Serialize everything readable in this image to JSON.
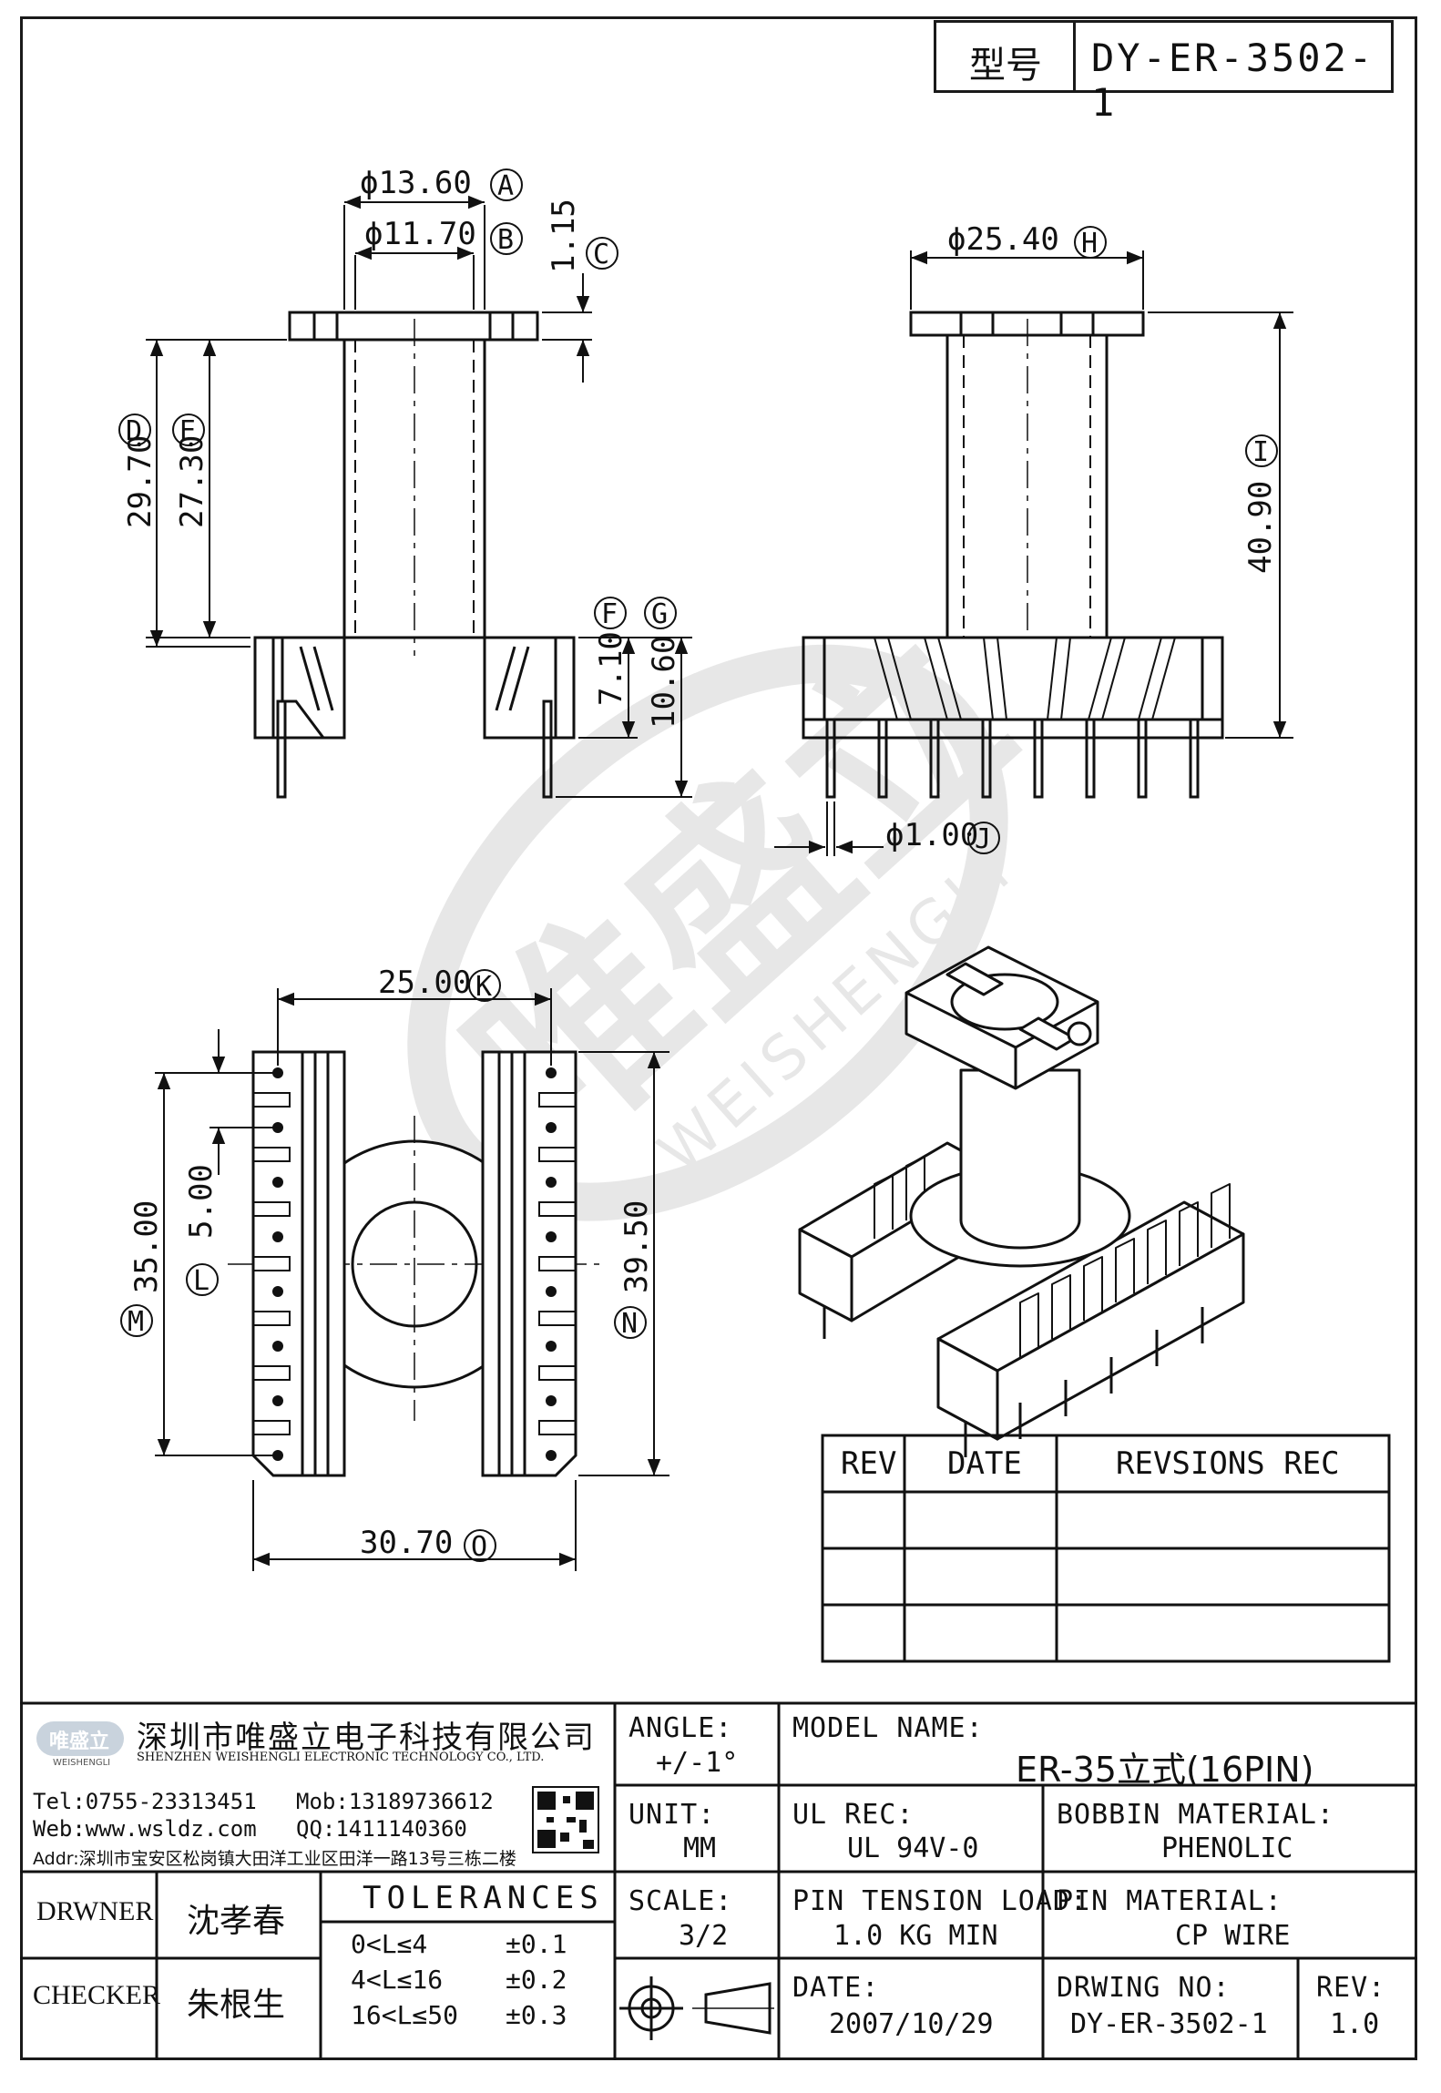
{
  "title_block": {
    "model_label": "型号",
    "model_no": "DY-ER-3502-1"
  },
  "views": {
    "front": {
      "dims": [
        {
          "value": "ϕ13.60",
          "label": "A"
        },
        {
          "value": "ϕ11.70",
          "label": "B"
        },
        {
          "value": "1.15",
          "label": "C"
        },
        {
          "value": "29.70",
          "label": "D"
        },
        {
          "value": "27.30",
          "label": "E"
        },
        {
          "value": "7.10",
          "label": "F"
        },
        {
          "value": "10.60",
          "label": "G"
        }
      ]
    },
    "side": {
      "dims": [
        {
          "value": "ϕ25.40",
          "label": "H"
        },
        {
          "value": "40.90",
          "label": "I"
        },
        {
          "value": "ϕ1.00",
          "label": "J"
        }
      ]
    },
    "bottom": {
      "dims": [
        {
          "value": "25.00",
          "label": "K"
        },
        {
          "value": "5.00",
          "label": "L"
        },
        {
          "value": "35.00",
          "label": "M"
        },
        {
          "value": "39.50",
          "label": "N"
        },
        {
          "value": "30.70",
          "label": "O"
        }
      ]
    }
  },
  "watermark": {
    "chinese": "唯盛立",
    "english": "WEISHENGLI"
  },
  "revision_table": {
    "headers": [
      "REV",
      "DATE",
      "REVSIONS REC"
    ],
    "rows": [
      [
        "",
        "",
        ""
      ],
      [
        "",
        "",
        ""
      ],
      [
        "",
        "",
        ""
      ]
    ]
  },
  "company": {
    "name_cn": "深圳市唯盛立电子科技有限公司",
    "name_en": "SHENZHEN WEISHENGLI ELECTRONIC TECHNOLOGY CO., LTD.",
    "logo_text": "唯盛立",
    "logo_sub": "WEISHENGLI",
    "tel": "Tel:0755-23313451",
    "mob": "Mob:13189736612",
    "web": "Web:www.wsldz.com",
    "qq": "QQ:1411140360",
    "addr": "Addr:深圳市宝安区松岗镇大田洋工业区田洋一路13号三栋二楼"
  },
  "people": {
    "drawer_label": "DRWNER",
    "drawer_name": "沈孝春",
    "checker_label": "CHECKER",
    "checker_name": "朱根生"
  },
  "tolerances": {
    "title": "TOLERANCES",
    "rows": [
      {
        "range": "0<L≤4",
        "tol": "±0.1"
      },
      {
        "range": "4<L≤16",
        "tol": "±0.2"
      },
      {
        "range": "16<L≤50",
        "tol": "±0.3"
      }
    ]
  },
  "specs": {
    "angle_label": "ANGLE:",
    "angle_value": "+/-1°",
    "unit_label": "UNIT:",
    "unit_value": "MM",
    "scale_label": "SCALE:",
    "scale_value": "3/2",
    "model_name_label": "MODEL NAME:",
    "model_name_value": "ER-35立式(16PIN)",
    "ul_label": "UL REC:",
    "ul_value": "UL 94V-0",
    "bobbin_label": "BOBBIN MATERIAL:",
    "bobbin_value": "PHENOLIC",
    "tension_label": "PIN TENSION LOAD:",
    "tension_value": "1.0 KG MIN",
    "pin_label": "PIN MATERIAL:",
    "pin_value": "CP WIRE",
    "date_label": "DATE:",
    "date_value": "2007/10/29",
    "drawing_label": "DRWING NO:",
    "drawing_value": "DY-ER-3502-1",
    "rev_label": "REV:",
    "rev_value": "1.0"
  }
}
